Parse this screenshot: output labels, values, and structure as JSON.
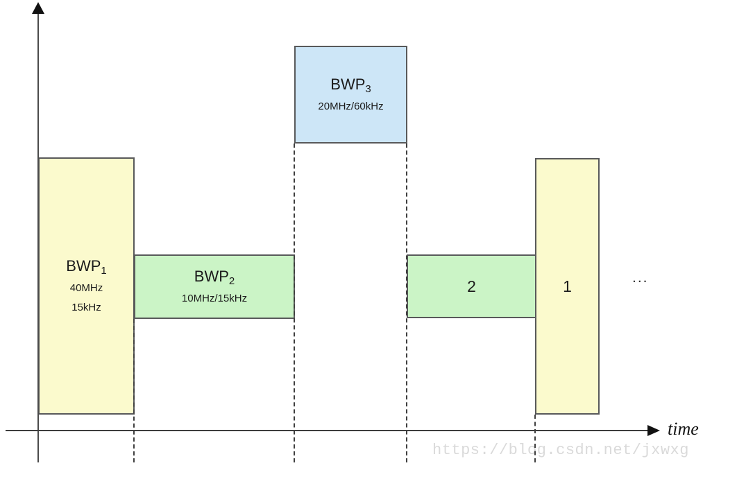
{
  "diagram": {
    "type": "bwp-switching-timeline",
    "axes": {
      "x_label": "time",
      "y_label": ""
    },
    "boxes": {
      "bwp1": {
        "base": "BWP",
        "sub": "1",
        "bandwidth": "40MHz",
        "scs": "15kHz",
        "fill": "#fbfacd"
      },
      "bwp2": {
        "base": "BWP",
        "sub": "2",
        "detail": "10MHz/15kHz",
        "fill": "#cbf4c6"
      },
      "bwp3": {
        "base": "BWP",
        "sub": "3",
        "detail": "20MHz/60kHz",
        "fill": "#cde6f7"
      },
      "repeat2": {
        "label": "2",
        "fill": "#cbf4c6"
      },
      "repeat1": {
        "label": "1",
        "fill": "#fbfacd"
      }
    },
    "ellipsis": "...",
    "watermark": "https://blog.csdn.net/jxwxg",
    "colors": {
      "box_border": "#58595a",
      "dashed_line": "#3f3f3f",
      "axis": "#3d3d3d",
      "text": "#1b1b1b",
      "watermark": "#dadada",
      "yellow": "#fbfacd",
      "green": "#cbf4c6",
      "blue": "#cde6f7"
    }
  }
}
